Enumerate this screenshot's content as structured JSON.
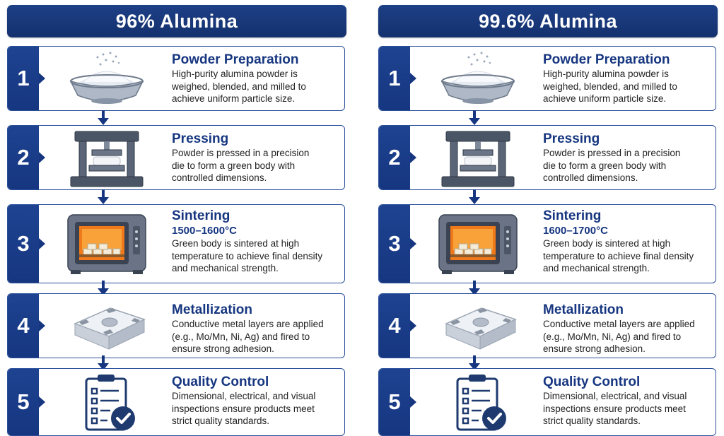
{
  "columns": [
    {
      "title": "96% Alumina",
      "steps": [
        {
          "number": "1",
          "title": "Powder Preparation",
          "desc1": "High-purity alumina powder is",
          "desc2": "weighed, blended, and milled to",
          "desc3": "achieve uniform particle size.",
          "icon": "powder-bowl-icon"
        },
        {
          "number": "2",
          "title": "Pressing",
          "desc1": "Powder is pressed in a precision",
          "desc2": "die to form a green body with",
          "desc3": "controlled dimensions.",
          "icon": "press-icon"
        },
        {
          "number": "3",
          "title": "Sintering",
          "temp": "1500–1600°C",
          "desc1": "Green body is sintered at high",
          "desc2": "temperature to achieve final density",
          "desc3": "and mechanical strength.",
          "icon": "furnace-icon"
        },
        {
          "number": "4",
          "title": "Metallization",
          "desc1": "Conductive metal layers are applied",
          "desc2": "(e.g., Mo/Mn, Ni, Ag) and fired to",
          "desc3": "ensure strong adhesion.",
          "icon": "metallized-part-icon"
        },
        {
          "number": "5",
          "title": "Quality Control",
          "desc1": "Dimensional, electrical, and visual",
          "desc2": "inspections ensure products meet",
          "desc3": "strict quality standards.",
          "icon": "checklist-icon"
        }
      ]
    },
    {
      "title": "99.6% Alumina",
      "steps": [
        {
          "number": "1",
          "title": "Powder Preparation",
          "desc1": "High-purity alumina powder is",
          "desc2": "weighed, blended, and milled to",
          "desc3": "achieve uniform particle size.",
          "icon": "powder-bowl-icon"
        },
        {
          "number": "2",
          "title": "Pressing",
          "desc1": "Powder is pressed in a precision",
          "desc2": "die to form a green body with",
          "desc3": "controlled dimensions.",
          "icon": "press-icon"
        },
        {
          "number": "3",
          "title": "Sintering",
          "temp": "1600–1700°C",
          "desc1": "Green body is sintered at high",
          "desc2": "temperature to achieve final density",
          "desc3": "and mechanical strength.",
          "icon": "furnace-icon"
        },
        {
          "number": "4",
          "title": "Metallization",
          "desc1": "Conductive metal layers are applied",
          "desc2": "(e.g., Mo/Mn, Ni, Ag) and fired to",
          "desc3": "ensure strong adhesion.",
          "icon": "metallized-part-icon"
        },
        {
          "number": "5",
          "title": "Quality Control",
          "desc1": "Dimensional, electrical, and visual",
          "desc2": "inspections ensure products meet",
          "desc3": "strict quality standards.",
          "icon": "checklist-icon"
        }
      ]
    }
  ],
  "colors": {
    "navy": "#163680",
    "border": "#2a4f9a",
    "flame": "#f07a1a"
  }
}
